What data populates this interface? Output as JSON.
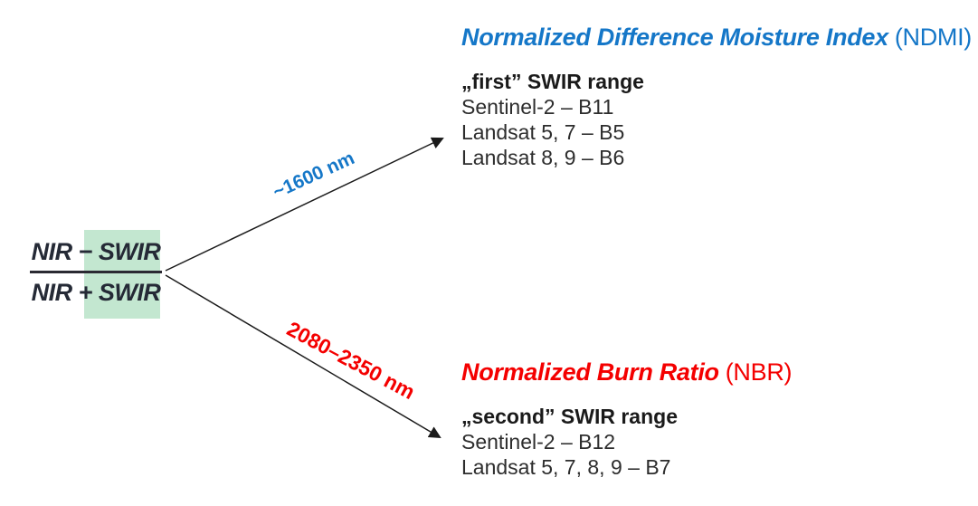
{
  "colors": {
    "blue": "#1577C8",
    "red": "#F40000",
    "green_highlight": "#C3E7D0",
    "formula_ink": "#252A36",
    "body_ink": "#2D2D2D",
    "arrow_ink": "#1A1A1A"
  },
  "formula": {
    "numerator": "NIR − SWIR",
    "denominator": "NIR + SWIR"
  },
  "branches": {
    "ndmi": {
      "wavelength_label": "~1600 nm",
      "title": "Normalized Difference Moisture Index",
      "abbr": "(NDMI)",
      "heading": "„first” SWIR range",
      "lines": [
        "Sentinel-2 – B11",
        "Landsat 5, 7 – B5",
        "Landsat 8, 9 – B6"
      ]
    },
    "nbr": {
      "wavelength_label": "2080–2350 nm",
      "title": "Normalized Burn Ratio",
      "abbr": "(NBR)",
      "heading": "„second” SWIR range",
      "lines": [
        "Sentinel-2 – B12",
        "Landsat 5, 7, 8, 9 – B7"
      ]
    }
  }
}
